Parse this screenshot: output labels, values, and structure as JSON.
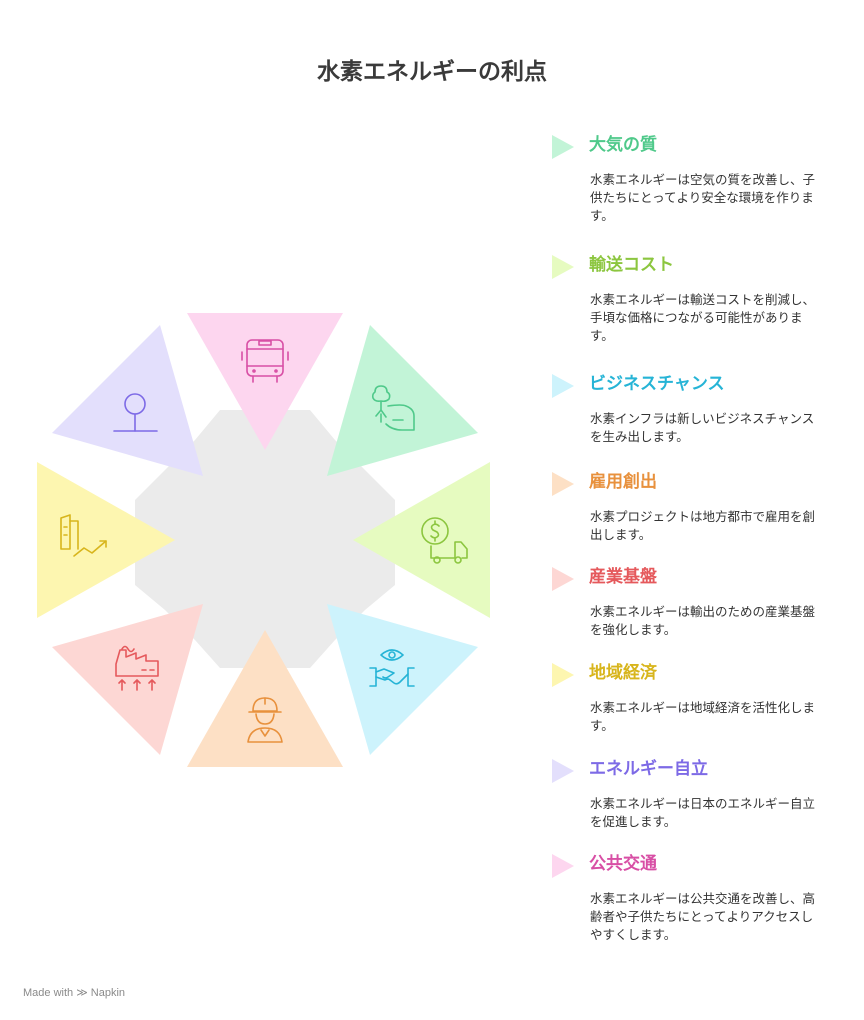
{
  "title": "水素エネルギーの利点",
  "footer": "Made with ≫ Napkin",
  "items": [
    {
      "heading": "大気の質",
      "color": "#4fc98a",
      "fill": "#c2f4d7",
      "desc": "水素エネルギーは空気の質を改善し、子供たちにとってより安全な環境を作ります。",
      "icon": "root-hand-icon"
    },
    {
      "heading": "輸送コスト",
      "color": "#8cc63f",
      "fill": "#e6fbc0",
      "desc": "水素エネルギーは輸送コストを削減し、手頃な価格につながる可能性があります。",
      "icon": "money-truck-icon"
    },
    {
      "heading": "ビジネスチャンス",
      "color": "#26b4d6",
      "fill": "#cdf3fc",
      "desc": "水素インフラは新しいビジネスチャンスを生み出します。",
      "icon": "eye-handshake-icon"
    },
    {
      "heading": "雇用創出",
      "color": "#e8913d",
      "fill": "#fde0c5",
      "desc": "水素プロジェクトは地方都市で雇用を創出します。",
      "icon": "worker-icon"
    },
    {
      "heading": "産業基盤",
      "color": "#e5595c",
      "fill": "#fdd7d4",
      "desc": "水素エネルギーは輸出のための産業基盤を強化します。",
      "icon": "factory-icon"
    },
    {
      "heading": "地域経済",
      "color": "#d8b51c",
      "fill": "#fdf6b0",
      "desc": "水素エネルギーは地域経済を活性化します。",
      "icon": "building-growth-icon"
    },
    {
      "heading": "エネルギー自立",
      "color": "#7d6ae6",
      "fill": "#e3dffc",
      "desc": "水素エネルギーは日本のエネルギー自立を促進します。",
      "icon": "pin-icon"
    },
    {
      "heading": "公共交通",
      "color": "#d84fa5",
      "fill": "#fdd6ef",
      "desc": "水素エネルギーは公共交通を改善し、高齢者や子供たちにとってよりアクセスしやすくします。",
      "icon": "bus-icon"
    }
  ]
}
